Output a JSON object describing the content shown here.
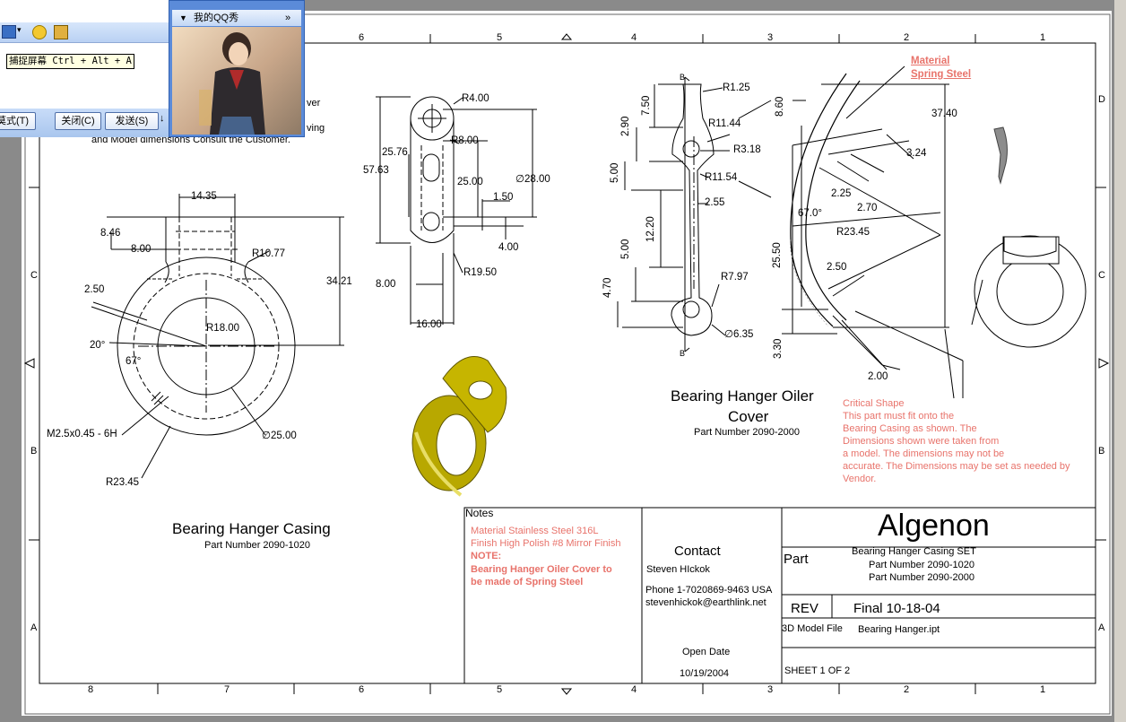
{
  "border_labels": {
    "cols_top": [
      "6",
      "5",
      "4",
      "3",
      "2",
      "1"
    ],
    "cols_bottom": [
      "8",
      "7",
      "6",
      "5",
      "4",
      "3",
      "2",
      "1"
    ],
    "rows_left": [
      "C",
      "B",
      "A"
    ],
    "rows_right": [
      "D",
      "C",
      "B",
      "A"
    ]
  },
  "casing": {
    "dims": {
      "w1435": "14.35",
      "d846": "8.46",
      "d800": "8.00",
      "r1077": "R10.77",
      "d3421": "34.21",
      "d250": "2.50",
      "r1800": "R18.00",
      "a20": "20°",
      "a67": "67°",
      "thread": "M2.5x0.45 - 6H",
      "dia2500": "∅25.00",
      "r2345": "R23.45"
    },
    "title": "Bearing Hanger Casing",
    "part_number": "Part Number 2090-1020"
  },
  "side_view": {
    "dims": {
      "r400": "R4.00",
      "r800": "R8.00",
      "d2576": "25.76",
      "d5763": "57.63",
      "d2500": "25.00",
      "dia2800": "∅28.00",
      "d150": "1.50",
      "d400": "4.00",
      "d800": "8.00",
      "r1950": "R19.50",
      "d1600": "16.00"
    }
  },
  "cover": {
    "dims": {
      "b": "B",
      "r125": "R1.25",
      "d750": "7.50",
      "d290": "2.90",
      "r1144": "R11.44",
      "r318": "R3.18",
      "d500a": "5.00",
      "r1154": "R11.54",
      "d255": "2.55",
      "d1220": "12.20",
      "d500b": "5.00",
      "d470": "4.70",
      "r797": "R7.97",
      "dia635": "∅6.35"
    },
    "title_line1": "Bearing Hanger Oiler",
    "title_line2": "Cover",
    "part_number": "Part Number 2090-2000"
  },
  "arc_view": {
    "material_label": "Material",
    "material_value": "Spring Steel",
    "dims": {
      "d860": "8.60",
      "d3740": "37.40",
      "d324": "3.24",
      "d225": "2.25",
      "d270": "2.70",
      "a670": "67.0°",
      "r2345": "R23.45",
      "d2550": "25.50",
      "d250": "2.50",
      "d330": "3.30",
      "d200": "2.00"
    },
    "note_lines": [
      "Critical Shape",
      "This part must fit onto the",
      "Bearing Casing as shown. The",
      "Dimensions shown were taken from",
      "a model. The dimensions may not be",
      "accurate.  The Dimensions may be set as needed by",
      "Vendor."
    ]
  },
  "partial_text": {
    "line1": "ver",
    "line2": "ving",
    "line3": "and Model dimensions Consult the Customer."
  },
  "title_block": {
    "notes_header": "Notes",
    "notes_line1": "Material Stainless Steel 316L",
    "notes_line2": "Finish High Polish #8 Mirror Finish",
    "notes_note": "NOTE:",
    "notes_line3": "Bearing Hanger Oiler Cover to",
    "notes_line4": "be made of Spring Steel",
    "contact_header": "Contact",
    "contact_name": "Steven HIckok",
    "contact_phone": "Phone 1-7020869-9463 USA",
    "contact_email": "stevenhickok@earthlink.net",
    "open_date_label": "Open Date",
    "open_date": "10/19/2004",
    "company": "Algenon",
    "part_label": "Part",
    "part_line1": "Bearing Hanger Casing SET",
    "part_line2": "Part Number 2090-1020",
    "part_line3": "Part Number 2090-2000",
    "rev_label": "REV",
    "rev_value": "Final 10-18-04",
    "model_label": "3D Model File",
    "model_value": "Bearing Hanger.ipt",
    "sheet": "SHEET 1  OF 2"
  },
  "chat": {
    "tooltip": "捕捉屏幕 Ctrl + Alt + A",
    "mode_button": "莫式(T)",
    "close_button": "关闭(C)",
    "send_button": "发送(S)",
    "qq_title": "我的QQ秀",
    "qq_more": "»"
  },
  "colors": {
    "note_red": "#e8736b",
    "part_gold": "#c9b400",
    "chat_blue": "#5b8bd9"
  }
}
